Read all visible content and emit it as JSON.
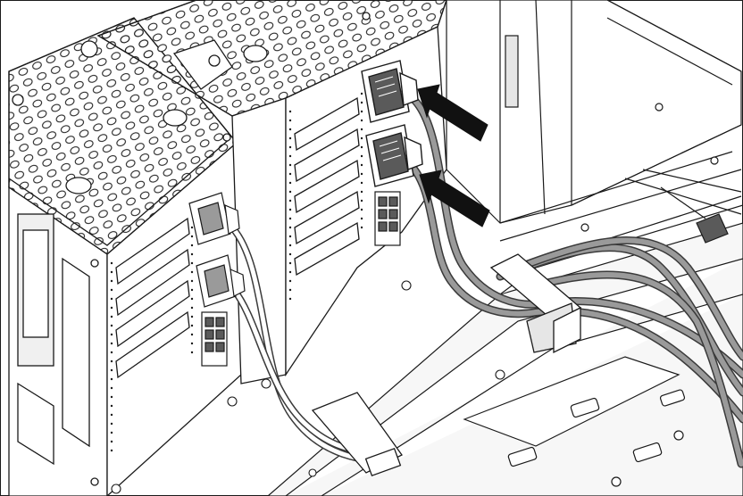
{
  "figure": {
    "kind": "technical-line-illustration",
    "subject": "server-chassis-cable-routing",
    "text_labels": []
  },
  "colors": {
    "background": "#ffffff",
    "line": "#1a1a1a",
    "cable_fill": "#9a9a9a",
    "cable_edge": "#3a3a3a",
    "connector_fill": "#5a5a5a",
    "arrow_fill": "#111111",
    "shade_light": "#f4f4f4",
    "shade_mid": "#dcdcdc"
  },
  "icons": {
    "arrow": "install-direction-arrow",
    "connector": "cable-connector",
    "drive_cage": "drive-cage",
    "backplane": "drive-backplane"
  },
  "components": {
    "drive_cages": 2,
    "cable_bundles": 3,
    "connectors_highlighted": 2,
    "install_arrows": 2
  }
}
